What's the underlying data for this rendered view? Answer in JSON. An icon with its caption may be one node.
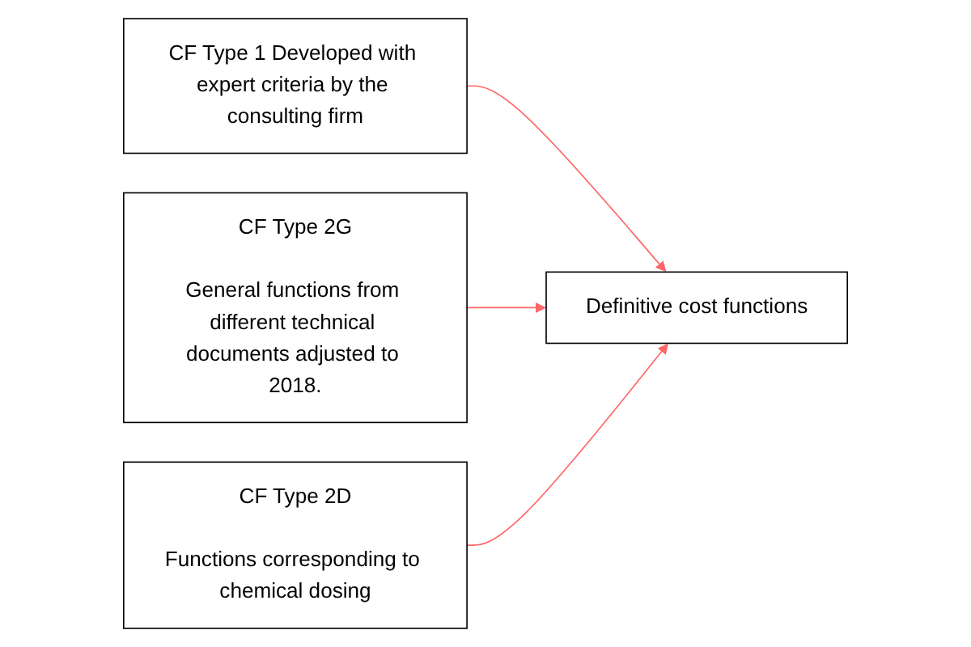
{
  "diagram": {
    "nodes": [
      {
        "text": [
          "CF Type 1 Developed with expert criteria by the consulting firm"
        ]
      },
      {
        "text": [
          "CF Type 2G",
          "General functions from different technical documents adjusted to 2018."
        ]
      },
      {
        "text": [
          "CF Type 2D",
          "Functions corresponding to chemical dosing"
        ]
      },
      {
        "text": [
          "Definitive cost functions"
        ]
      }
    ],
    "edges": [
      {
        "from": 0,
        "to": 3,
        "arrow": "to",
        "color": "#ff6666"
      },
      {
        "from": 1,
        "to": 3,
        "arrow": "to",
        "color": "#ff6666"
      },
      {
        "from": 2,
        "to": 3,
        "arrow": "to",
        "color": "#ff6666"
      }
    ]
  }
}
